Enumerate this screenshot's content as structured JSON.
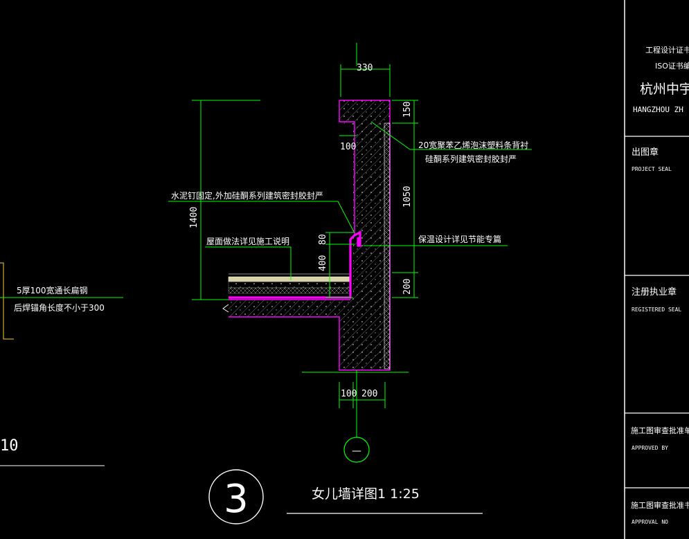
{
  "drawing": {
    "dims": {
      "top_width": "330",
      "top_height": "150",
      "inner_step": "100",
      "wall_height": "1050",
      "total_height": "1400",
      "upturn_height": "400",
      "flashing_height": "80",
      "base_height": "200",
      "bottom_left": "100",
      "bottom_right": "200"
    },
    "notes": {
      "foam_backer_line1": "20宽聚苯乙烯泡沫塑料条背衬",
      "foam_backer_line2": "硅酮系列建筑密封胶封严",
      "cement_nail": "水泥钉固定,外加硅酮系列建筑密封胶封严",
      "roof_practice": "屋面做法详见施工说明",
      "insulation": "保温设计详见节能专篇",
      "flat_steel_line1": "5厚100宽通长扁钢",
      "flat_steel_line2": "后焊锚角长度不小于300"
    },
    "left_partial_label": "10",
    "axis_label": "—",
    "detail_number": "3",
    "detail_title": "女儿墙详图1  1:25"
  },
  "title_block": {
    "cert_line1": "工程设计证书编",
    "cert_line2": "ISO证书编",
    "company_cn": "杭州中宇建",
    "company_en": "HANGZHOU ZH",
    "project_seal_cn": "出图章",
    "project_seal_en": "PROJECT SEAL",
    "registered_seal_cn": "注册执业章",
    "registered_seal_en": "REGISTERED SEAL",
    "approved_by_cn": "施工图审查批准单位",
    "approved_by_en": "APPROVED BY",
    "approval_no_cn": "施工图审查批准书证",
    "approval_no_en": "APPROVAL NO"
  },
  "colors": {
    "background": "#000000",
    "dimension": "#00ff00",
    "structure": "#ff00ff",
    "magenta_bold": "#ff00ff",
    "text": "#ffffff",
    "hatch": "#8a8a8a",
    "insulation": "#d9d2a6"
  }
}
